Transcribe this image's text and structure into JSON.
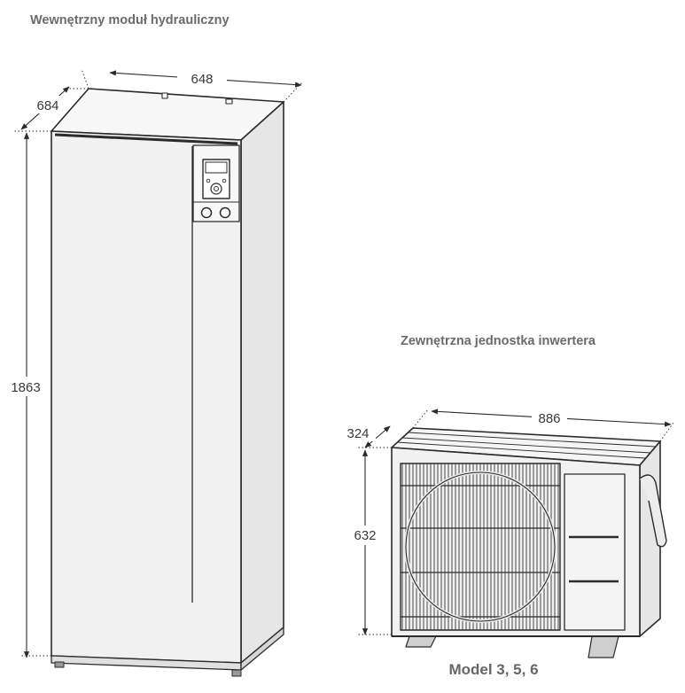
{
  "indoor_unit": {
    "title": "Wewnętrzny moduł hydrauliczny",
    "dims": {
      "width": "648",
      "depth": "684",
      "height": "1863"
    }
  },
  "outdoor_unit": {
    "title": "Zewnętrzna jednostka inwertera",
    "dims": {
      "width": "886",
      "depth": "324",
      "height": "632"
    },
    "model": "Model 3, 5, 6"
  },
  "colors": {
    "line": "#2b2b2b",
    "panel": "#f1f1f1",
    "panel_side": "#e4e4e4",
    "title": "#6b6b6b"
  }
}
